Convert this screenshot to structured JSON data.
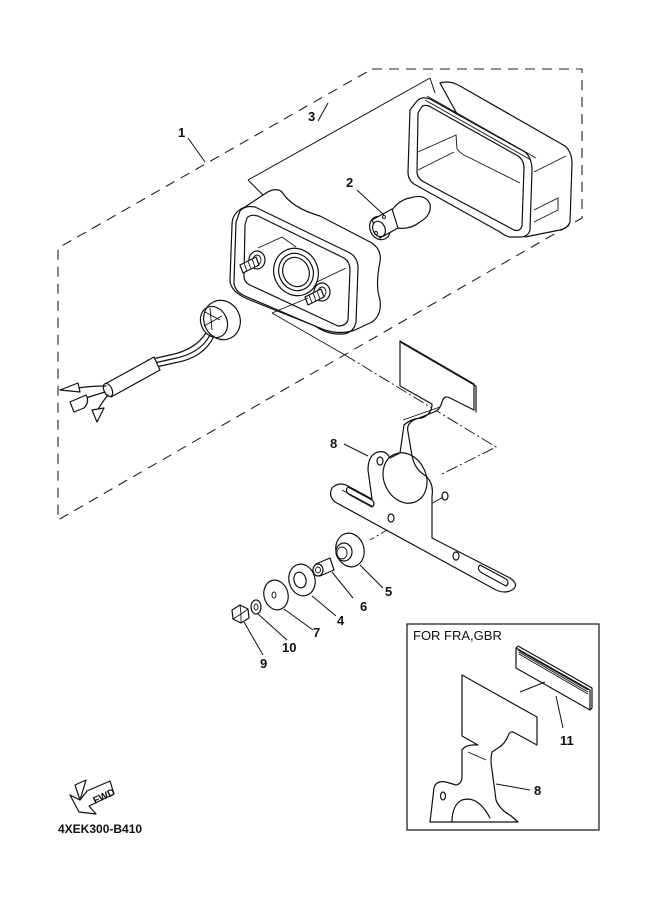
{
  "diagram": {
    "title": "Tail light exploded parts diagram",
    "drawing_code": "4XEK300-B410",
    "direction_indicator": "FWD",
    "inset": {
      "label": "FOR FRA,GBR",
      "callouts": [
        "11",
        "8"
      ]
    },
    "callouts": [
      {
        "id": "1",
        "part": "tail-light-assembly"
      },
      {
        "id": "2",
        "part": "bulb"
      },
      {
        "id": "3",
        "part": "lens-housing"
      },
      {
        "id": "4",
        "part": "washer-large"
      },
      {
        "id": "5",
        "part": "damper"
      },
      {
        "id": "6",
        "part": "collar"
      },
      {
        "id": "7",
        "part": "plate-washer"
      },
      {
        "id": "8",
        "part": "license-bracket"
      },
      {
        "id": "9",
        "part": "nut"
      },
      {
        "id": "10",
        "part": "spring-washer"
      },
      {
        "id": "11",
        "part": "reflector"
      }
    ]
  }
}
